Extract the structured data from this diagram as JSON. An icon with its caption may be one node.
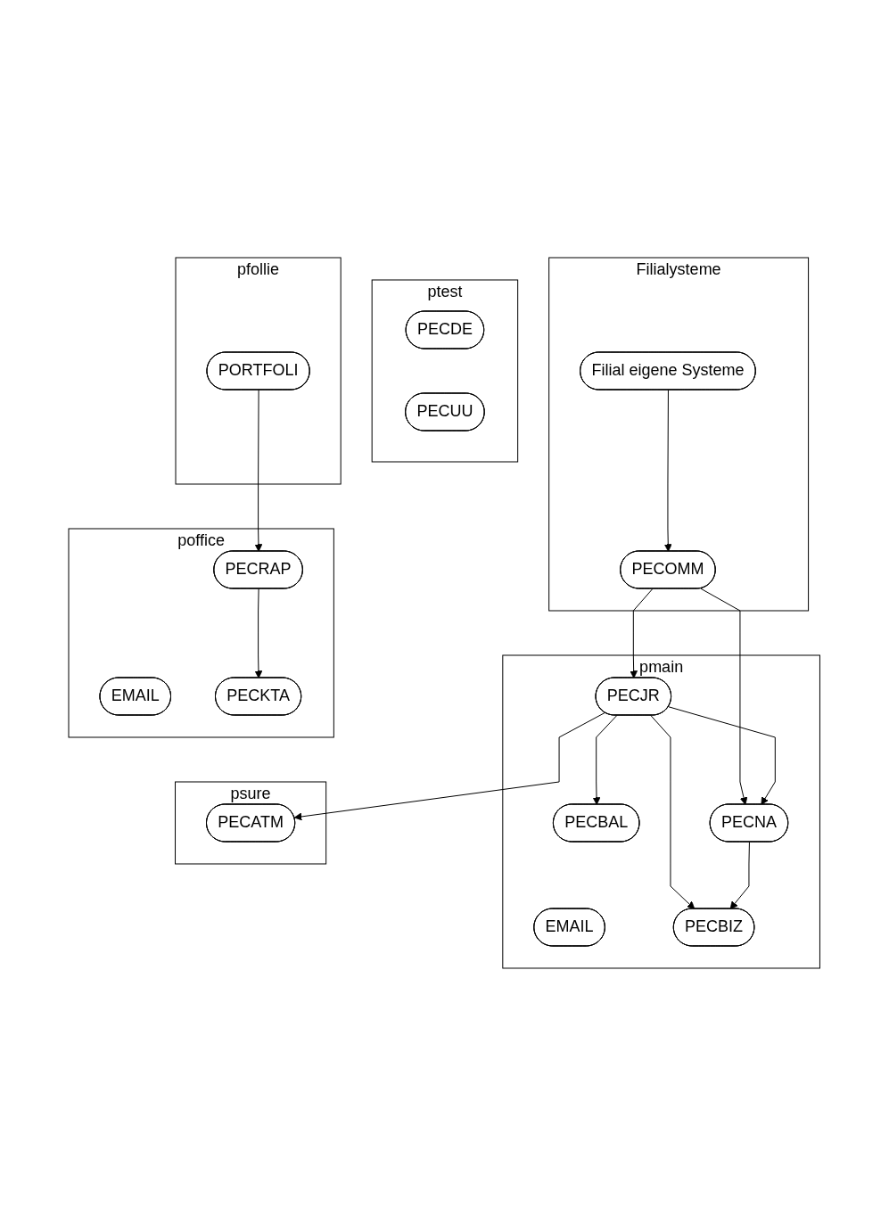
{
  "diagram": {
    "nodes": [
      {
        "text": [
          "Filialysteme"
        ]
      },
      {
        "text": [
          "Filial eigene Systeme"
        ],
        "in": 0
      },
      {
        "text": [
          "PECOMM"
        ],
        "in": 0
      },
      {
        "text": [
          "pmain"
        ]
      },
      {
        "text": [
          "PECBAL"
        ],
        "in": 3
      },
      {
        "text": [
          "PECJR"
        ],
        "in": 3
      },
      {
        "text": [
          "PECNA"
        ],
        "in": 3
      },
      {
        "text": [
          "EMAIL"
        ],
        "in": 3
      },
      {
        "text": [
          "PECBIZ"
        ],
        "in": 3
      },
      {
        "text": [
          "psure"
        ]
      },
      {
        "text": [
          "PECATM"
        ],
        "in": 9
      },
      {
        "text": [
          "ptest"
        ]
      },
      {
        "text": [
          "PECDE"
        ],
        "in": 11
      },
      {
        "text": [
          "PECUU"
        ],
        "in": 11
      },
      {
        "text": [
          "poffice"
        ]
      },
      {
        "text": [
          "EMAIL"
        ],
        "in": 14
      },
      {
        "text": [
          "PECRAP"
        ],
        "in": 14
      },
      {
        "text": [
          "PECKTA"
        ],
        "in": 14
      },
      {
        "text": [
          "pfollie"
        ]
      },
      {
        "text": [
          "PORTFOLI"
        ],
        "in": 18
      }
    ],
    "edges": [
      {
        "from": 1,
        "to": 2,
        "arrow": "to"
      },
      {
        "from": 2,
        "to": 5,
        "arrow": "to"
      },
      {
        "from": 2,
        "to": 6,
        "arrow": "to"
      },
      {
        "from": 5,
        "to": 4,
        "arrow": "to"
      },
      {
        "from": 5,
        "to": 6,
        "arrow": "to"
      },
      {
        "from": 5,
        "to": 8,
        "arrow": "to"
      },
      {
        "from": 6,
        "to": 8,
        "arrow": "to"
      },
      {
        "from": 5,
        "to": 10,
        "arrow": "to"
      },
      {
        "from": 19,
        "to": 16,
        "arrow": "to"
      },
      {
        "from": 16,
        "to": 17,
        "arrow": "to"
      }
    ]
  }
}
